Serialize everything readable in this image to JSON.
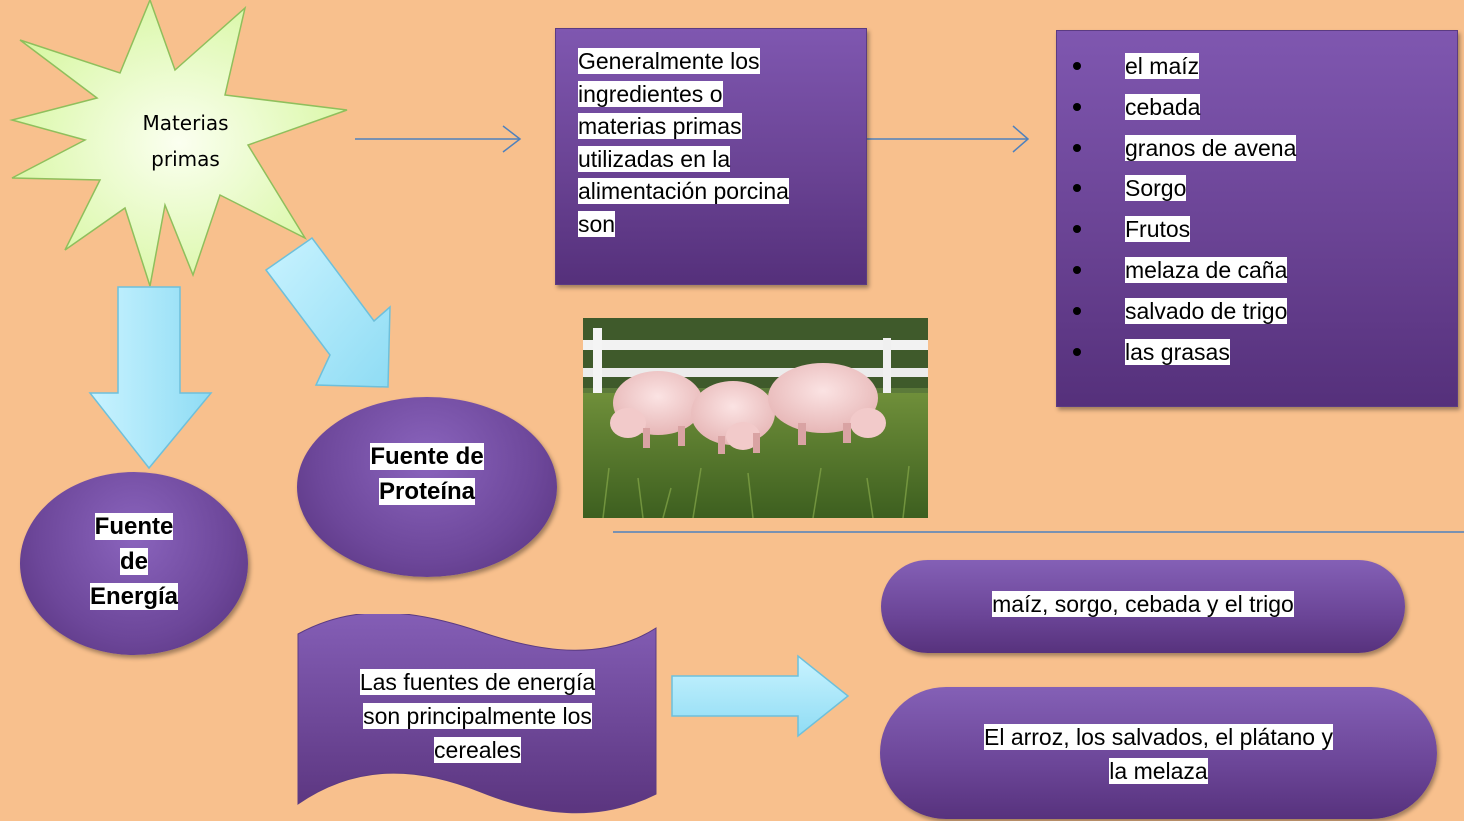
{
  "starburst": {
    "line1": "Materias",
    "line2": "primas"
  },
  "intro": {
    "lines": [
      "Generalmente los",
      "ingredientes o",
      "materias primas",
      "utilizadas en la",
      "alimentación porcina",
      "son"
    ]
  },
  "grains": [
    "el maíz",
    "cebada",
    "granos de avena",
    "Sorgo",
    "Frutos",
    "melaza de caña",
    "salvado de trigo",
    "las grasas"
  ],
  "protein": {
    "line1": "Fuente de",
    "line2": "Proteína"
  },
  "energy": {
    "line1": "Fuente",
    "line2": "de",
    "line3": "Energía"
  },
  "energy_note": {
    "line1": "Las fuentes de energía",
    "line2": "son principalmente los",
    "line3": "cereales"
  },
  "cereals_pill": {
    "text": "maíz, sorgo, cebada y el trigo"
  },
  "others_pill": {
    "line1": "El arroz, los salvados, el plátano y",
    "line2": "la melaza"
  },
  "colors": {
    "background": "#f8c08d",
    "purple": "#6d479a",
    "arrow_fill": "#a6e8fb",
    "starburst_fill": "#eefcc8",
    "connector": "#4f81bd"
  },
  "icons": [
    "starburst-shape",
    "down-arrow",
    "diagonal-arrow",
    "right-arrow",
    "pigs-photo"
  ]
}
